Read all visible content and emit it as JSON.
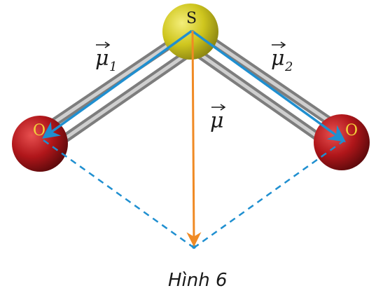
{
  "atoms": {
    "sulfur": {
      "label": "S",
      "color": "#d4cc24",
      "label_color": "#1a1a1a"
    },
    "oxygen_left": {
      "label": "O",
      "color": "#b0161a",
      "label_color": "#f2d23a"
    },
    "oxygen_right": {
      "label": "O",
      "color": "#b0161a",
      "label_color": "#f2d23a"
    }
  },
  "vectors": {
    "mu1": {
      "symbol": "μ",
      "subscript": "1",
      "color": "#1f8fd0"
    },
    "mu2": {
      "symbol": "μ",
      "subscript": "2",
      "color": "#1f8fd0"
    },
    "mu": {
      "symbol": "μ",
      "subscript": "",
      "color": "#f08a24"
    }
  },
  "construction_lines": {
    "color": "#1f8fd0",
    "style": "dashed"
  },
  "bond_color": "#9a9a9a",
  "caption": "Hình 6"
}
